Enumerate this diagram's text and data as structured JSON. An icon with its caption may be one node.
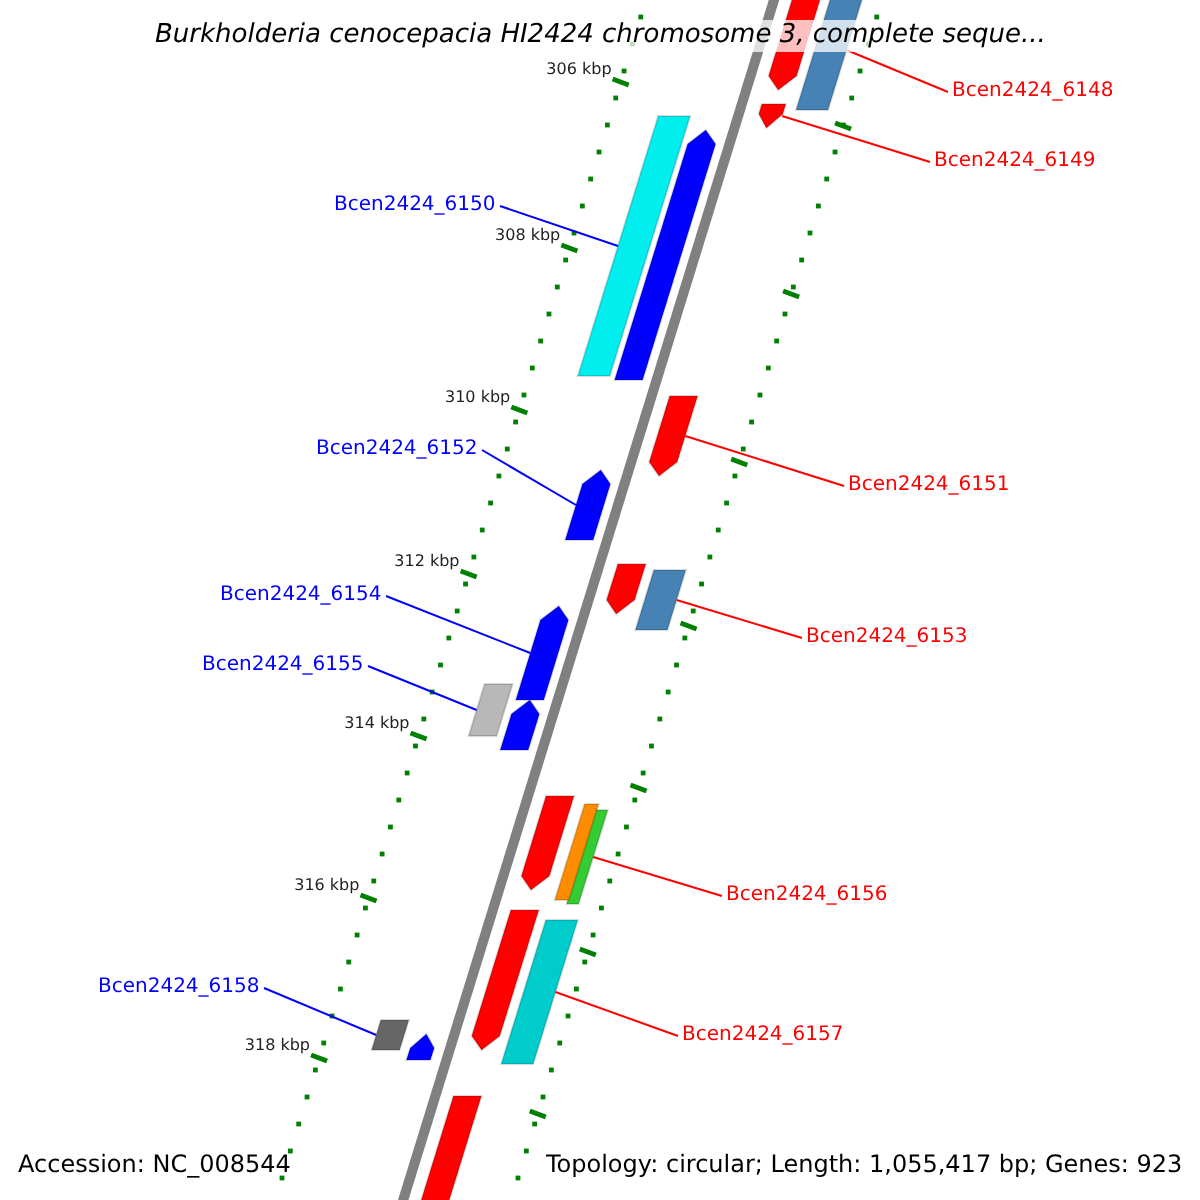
{
  "diagram": {
    "title": "Burkholderia cenocepacia HI2424 chromosome 3, complete seque...",
    "nodes": [
      {
        "text": [
          "Bcen2424_6148"
        ]
      },
      {
        "text": [
          "Bcen2424_6149"
        ]
      },
      {
        "text": [
          "Bcen2424_6150"
        ]
      },
      {
        "text": [
          "Bcen2424_6152"
        ]
      },
      {
        "text": [
          "Bcen2424_6151"
        ]
      },
      {
        "text": [
          "Bcen2424_6154"
        ]
      },
      {
        "text": [
          "Bcen2424_6153"
        ]
      },
      {
        "text": [
          "Bcen2424_6155"
        ]
      },
      {
        "text": [
          "Bcen2424_6156"
        ]
      },
      {
        "text": [
          "Bcen2424_6158"
        ]
      },
      {
        "text": [
          "Bcen2424_6157"
        ]
      },
      {
        "text": [],
        "shape": "bar"
      },
      {
        "text": [],
        "shape": "bar"
      },
      {
        "text": [],
        "shape": "bar"
      },
      {
        "text": [],
        "shape": "bar"
      },
      {
        "text": [],
        "shape": "bar"
      },
      {
        "text": [],
        "shape": "bar"
      },
      {
        "text": [],
        "shape": "bar"
      },
      {
        "text": [],
        "shape": "bar"
      },
      {
        "text": [],
        "shape": "bar"
      },
      {
        "text": [],
        "shape": "bar"
      },
      {
        "text": [],
        "shape": "bar"
      },
      {
        "text": [],
        "shape": "bar"
      },
      {
        "text": [],
        "shape": "bar"
      },
      {
        "text": [],
        "shape": "bar"
      },
      {
        "text": [],
        "shape": "bar"
      },
      {
        "text": [],
        "shape": "bar"
      },
      {
        "text": [],
        "shape": "bar"
      },
      {
        "text": [],
        "shape": "bar"
      },
      {
        "text": [],
        "shape": "bar"
      },
      {
        "text": [],
        "shape": "bar"
      }
    ],
    "edges": [
      {
        "from": 0,
        "to": 11,
        "arrow": "none"
      },
      {
        "from": 1,
        "to": 12,
        "arrow": "none"
      },
      {
        "from": 2,
        "to": 13,
        "arrow": "none",
        "color": "#0000ff"
      },
      {
        "from": 3,
        "to": 14,
        "arrow": "none",
        "color": "#0000ff"
      },
      {
        "from": 4,
        "to": 15,
        "arrow": "none"
      },
      {
        "from": 5,
        "to": 16,
        "arrow": "none",
        "color": "#0000ff"
      },
      {
        "from": 6,
        "to": 17,
        "arrow": "none"
      },
      {
        "from": 7,
        "to": 18,
        "arrow": "none",
        "color": "#0000ff"
      },
      {
        "from": 8,
        "to": 19,
        "arrow": "none"
      },
      {
        "from": 9,
        "to": 20,
        "arrow": "none",
        "color": "#0000ff"
      },
      {
        "from": 10,
        "to": 21,
        "arrow": "none"
      }
    ],
    "labels": [
      "306 kbp",
      "308 kbp",
      "310 kbp",
      "312 kbp",
      "314 kbp",
      "316 kbp",
      "318 kbp",
      "Accession: NC_008544",
      "Topology: circular; Length: 1,055,417 bp; Genes: 923"
    ]
  }
}
